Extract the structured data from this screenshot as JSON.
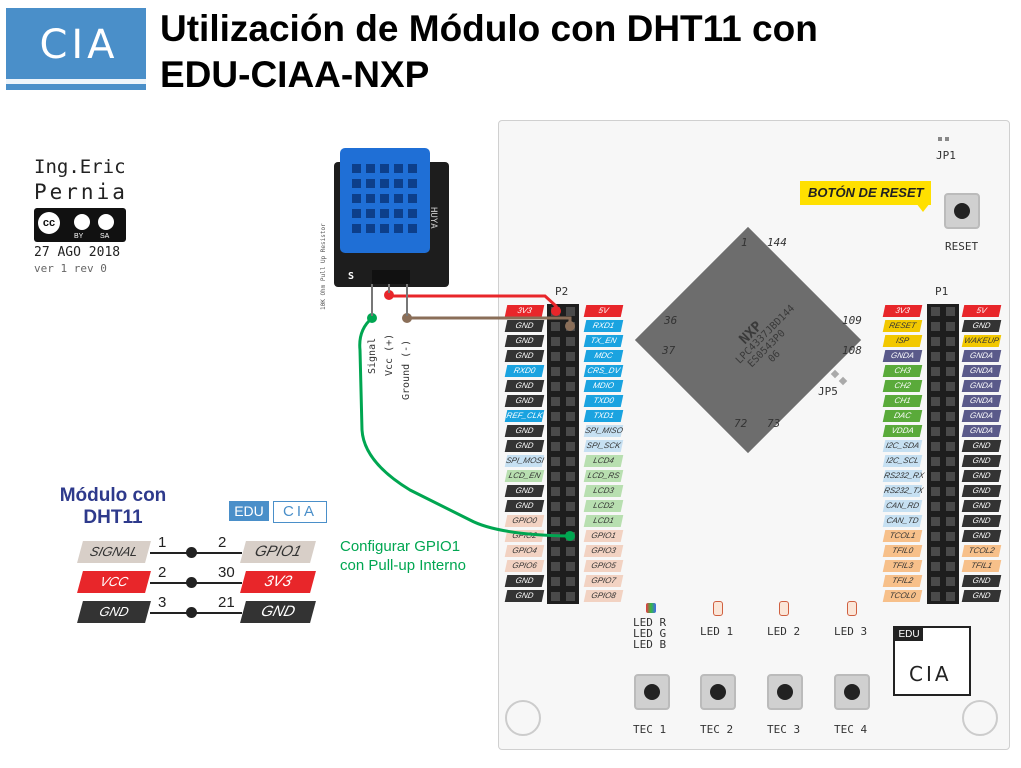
{
  "header": {
    "logo_text": "CIA",
    "title_line1": "Utilización de Módulo con DHT11 con",
    "title_line2": "EDU-CIAA-NXP"
  },
  "author": {
    "name_prefix": "Ing.",
    "first_name": "Eric",
    "last_name": "Pernia",
    "license_by": "BY",
    "license_sa": "SA",
    "date": "27 AGO 2018",
    "version": "ver 1 rev 0"
  },
  "sensor": {
    "resistor_label": "10K Ohm Pull Up Resistor",
    "brand": "HUYA",
    "s_label": "S",
    "pin_labels": [
      "Signal",
      "Vcc (+)",
      "Ground (-)"
    ]
  },
  "board": {
    "jp1": "JP1",
    "jp5": "JP5",
    "reset_callout": "BOTÓN DE RESET",
    "reset_label": "RESET",
    "p2": "P2",
    "p1": "P1",
    "chip_pins": [
      "1",
      "144",
      "36",
      "109",
      "37",
      "108",
      "72",
      "73"
    ],
    "chip_text": [
      "NXP",
      "LPC4337JBD144",
      "ES0543P0",
      "06"
    ],
    "p2_left": [
      {
        "t": "3V3",
        "c": "#e8262a"
      },
      {
        "t": "GND",
        "c": "#333333"
      },
      {
        "t": "GND",
        "c": "#333333"
      },
      {
        "t": "GND",
        "c": "#333333"
      },
      {
        "t": "RXD0",
        "c": "#1aa3e0"
      },
      {
        "t": "GND",
        "c": "#333333"
      },
      {
        "t": "GND",
        "c": "#333333"
      },
      {
        "t": "REF_CLK",
        "c": "#1aa3e0"
      },
      {
        "t": "GND",
        "c": "#333333"
      },
      {
        "t": "GND",
        "c": "#333333"
      },
      {
        "t": "SPI_MOSI",
        "c": "#c6e0f2"
      },
      {
        "t": "LCD_EN",
        "c": "#b8dfb0"
      },
      {
        "t": "GND",
        "c": "#333333"
      },
      {
        "t": "GND",
        "c": "#333333"
      },
      {
        "t": "GPIO0",
        "c": "#f2d2c2"
      },
      {
        "t": "GPIO2",
        "c": "#f2d2c2"
      },
      {
        "t": "GPIO4",
        "c": "#f2d2c2"
      },
      {
        "t": "GPIO6",
        "c": "#f2d2c2"
      },
      {
        "t": "GND",
        "c": "#333333"
      },
      {
        "t": "GND",
        "c": "#333333"
      }
    ],
    "p2_right": [
      {
        "t": "5V",
        "c": "#e8262a"
      },
      {
        "t": "RXD1",
        "c": "#1aa3e0"
      },
      {
        "t": "TX_EN",
        "c": "#1aa3e0"
      },
      {
        "t": "MDC",
        "c": "#1aa3e0"
      },
      {
        "t": "CRS_DV",
        "c": "#1aa3e0"
      },
      {
        "t": "MDIO",
        "c": "#1aa3e0"
      },
      {
        "t": "TXD0",
        "c": "#1aa3e0"
      },
      {
        "t": "TXD1",
        "c": "#1aa3e0"
      },
      {
        "t": "SPI_MISO",
        "c": "#c6e0f2"
      },
      {
        "t": "SPI_SCK",
        "c": "#c6e0f2"
      },
      {
        "t": "LCD4",
        "c": "#b8dfb0"
      },
      {
        "t": "LCD_RS",
        "c": "#b8dfb0"
      },
      {
        "t": "LCD3",
        "c": "#b8dfb0"
      },
      {
        "t": "LCD2",
        "c": "#b8dfb0"
      },
      {
        "t": "LCD1",
        "c": "#b8dfb0"
      },
      {
        "t": "GPIO1",
        "c": "#f2d2c2"
      },
      {
        "t": "GPIO3",
        "c": "#f2d2c2"
      },
      {
        "t": "GPIO5",
        "c": "#f2d2c2"
      },
      {
        "t": "GPIO7",
        "c": "#f2d2c2"
      },
      {
        "t": "GPIO8",
        "c": "#f2d2c2"
      }
    ],
    "p1_left": [
      {
        "t": "3V3",
        "c": "#e8262a"
      },
      {
        "t": "RESET",
        "c": "#f2c800"
      },
      {
        "t": "ISP",
        "c": "#f2c800"
      },
      {
        "t": "GNDA",
        "c": "#5a5a8a"
      },
      {
        "t": "CH3",
        "c": "#5aaa3a"
      },
      {
        "t": "CH2",
        "c": "#5aaa3a"
      },
      {
        "t": "CH1",
        "c": "#5aaa3a"
      },
      {
        "t": "DAC",
        "c": "#5aaa3a"
      },
      {
        "t": "VDDA",
        "c": "#5aaa3a"
      },
      {
        "t": "I2C_SDA",
        "c": "#c6e0f2"
      },
      {
        "t": "I2C_SCL",
        "c": "#c6e0f2"
      },
      {
        "t": "RS232_RX",
        "c": "#c6e0f2"
      },
      {
        "t": "RS232_TX",
        "c": "#c6e0f2"
      },
      {
        "t": "CAN_RD",
        "c": "#c6e0f2"
      },
      {
        "t": "CAN_TD",
        "c": "#c6e0f2"
      },
      {
        "t": "TCOL1",
        "c": "#f7c08a"
      },
      {
        "t": "TFIL0",
        "c": "#f7c08a"
      },
      {
        "t": "TFIL3",
        "c": "#f7c08a"
      },
      {
        "t": "TFIL2",
        "c": "#f7c08a"
      },
      {
        "t": "TCOL0",
        "c": "#f7c08a"
      }
    ],
    "p1_right": [
      {
        "t": "5V",
        "c": "#e8262a"
      },
      {
        "t": "GND",
        "c": "#333333"
      },
      {
        "t": "WAKEUP",
        "c": "#f2c800"
      },
      {
        "t": "GNDA",
        "c": "#5a5a8a"
      },
      {
        "t": "GNDA",
        "c": "#5a5a8a"
      },
      {
        "t": "GNDA",
        "c": "#5a5a8a"
      },
      {
        "t": "GNDA",
        "c": "#5a5a8a"
      },
      {
        "t": "GNDA",
        "c": "#5a5a8a"
      },
      {
        "t": "GNDA",
        "c": "#5a5a8a"
      },
      {
        "t": "GND",
        "c": "#333333"
      },
      {
        "t": "GND",
        "c": "#333333"
      },
      {
        "t": "GND",
        "c": "#333333"
      },
      {
        "t": "GND",
        "c": "#333333"
      },
      {
        "t": "GND",
        "c": "#333333"
      },
      {
        "t": "GND",
        "c": "#333333"
      },
      {
        "t": "GND",
        "c": "#333333"
      },
      {
        "t": "TCOL2",
        "c": "#f7c08a"
      },
      {
        "t": "TFIL1",
        "c": "#f7c08a"
      },
      {
        "t": "GND",
        "c": "#333333"
      },
      {
        "t": "GND",
        "c": "#333333"
      }
    ],
    "leds": [
      "LED R",
      "LED G",
      "LED B",
      "LED 1",
      "LED 2",
      "LED 3"
    ],
    "tec": [
      "TEC 1",
      "TEC 2",
      "TEC 3",
      "TEC 4"
    ],
    "edu_logo_edu": "EDU",
    "edu_logo_cia": "CIA"
  },
  "config_note": [
    "Configurar GPIO1",
    "con Pull-up Interno"
  ],
  "legend": {
    "title": [
      "Módulo con",
      "DHT11"
    ],
    "edu_badge": "EDU",
    "cia_badge": "CIA",
    "rows": [
      {
        "left": "SIGNAL",
        "n1": "1",
        "n2": "2",
        "right": "GPIO1",
        "left_color": "#d8cfc8",
        "left_text": "#333333",
        "right_color": "#d8cfc8",
        "right_text": "#333333"
      },
      {
        "left": "VCC",
        "n1": "2",
        "n2": "30",
        "right": "3V3",
        "left_color": "#e8262a",
        "left_text": "#ffffff",
        "right_color": "#e8262a",
        "right_text": "#ffffff"
      },
      {
        "left": "GND",
        "n1": "3",
        "n2": "21",
        "right": "GND",
        "left_color": "#333333",
        "left_text": "#ffffff",
        "right_color": "#333333",
        "right_text": "#ffffff"
      }
    ]
  },
  "colors": {
    "wire_vcc": "#e8262a",
    "wire_gnd": "#8a6e58",
    "wire_signal": "#00a651",
    "accent": "#4a8fc9",
    "callout": "#ffe000"
  }
}
